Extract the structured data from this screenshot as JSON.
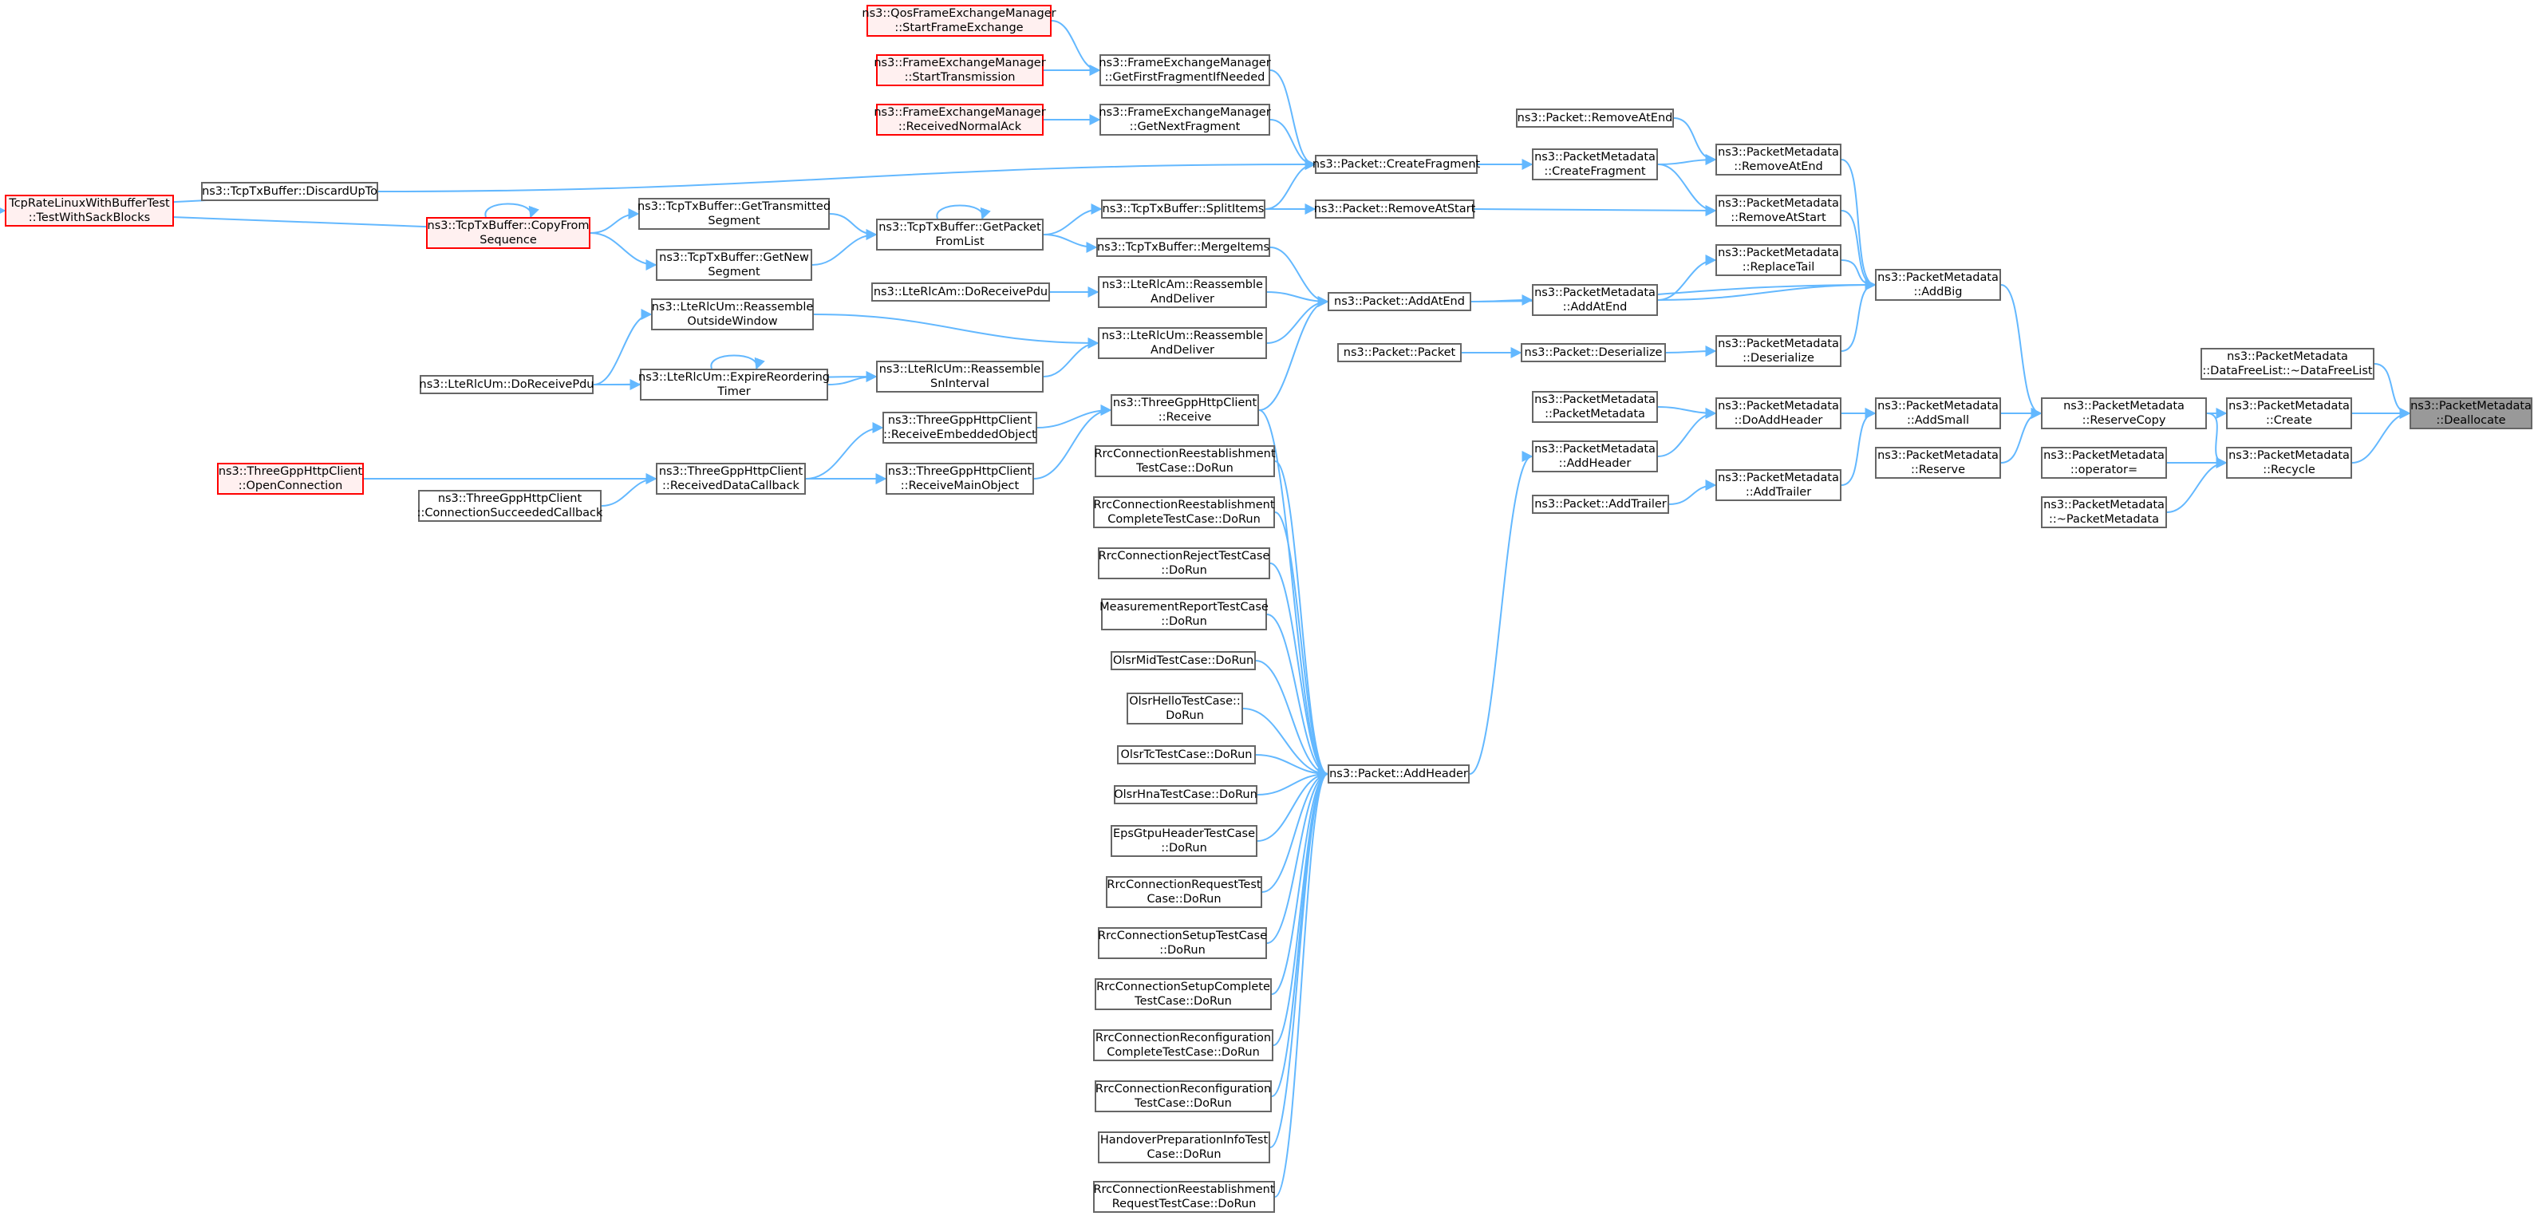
{
  "title": "",
  "colors": {
    "edge": "#63B8FF",
    "node_border": "#666666",
    "node_fill": "#FFFFFF",
    "truncated_border": "#FF0000",
    "truncated_fill": "#FFF0F0",
    "root_fill": "#999999"
  },
  "nodes": [
    {
      "id": "dealloc",
      "lines": [
        "ns3::PacketMetadata",
        "::Deallocate"
      ],
      "style": "root"
    },
    {
      "id": "dfl",
      "lines": [
        "ns3::PacketMetadata",
        "::DataFreeList::~DataFreeList"
      ],
      "style": "normal"
    },
    {
      "id": "create",
      "lines": [
        "ns3::PacketMetadata",
        "::Create"
      ],
      "style": "normal"
    },
    {
      "id": "recycle",
      "lines": [
        "ns3::PacketMetadata",
        "::Recycle"
      ],
      "style": "normal"
    },
    {
      "id": "resCopy",
      "lines": [
        "ns3::PacketMetadata",
        "::ReserveCopy"
      ],
      "style": "normal"
    },
    {
      "id": "opAssign",
      "lines": [
        "ns3::PacketMetadata",
        "::operator="
      ],
      "style": "normal"
    },
    {
      "id": "dtor",
      "lines": [
        "ns3::PacketMetadata",
        "::~PacketMetadata"
      ],
      "style": "normal"
    },
    {
      "id": "addBig",
      "lines": [
        "ns3::PacketMetadata",
        "::AddBig"
      ],
      "style": "normal"
    },
    {
      "id": "addSmall",
      "lines": [
        "ns3::PacketMetadata",
        "::AddSmall"
      ],
      "style": "normal"
    },
    {
      "id": "reserve",
      "lines": [
        "ns3::PacketMetadata",
        "::Reserve"
      ],
      "style": "normal"
    },
    {
      "id": "remAtEnd",
      "lines": [
        "ns3::PacketMetadata",
        "::RemoveAtEnd"
      ],
      "style": "normal"
    },
    {
      "id": "remAtStart",
      "lines": [
        "ns3::PacketMetadata",
        "::RemoveAtStart"
      ],
      "style": "normal"
    },
    {
      "id": "replTail",
      "lines": [
        "ns3::PacketMetadata",
        "::ReplaceTail"
      ],
      "style": "normal"
    },
    {
      "id": "pmAddAtEnd",
      "lines": [
        "ns3::PacketMetadata",
        "::AddAtEnd"
      ],
      "style": "normal"
    },
    {
      "id": "pmDeser",
      "lines": [
        "ns3::PacketMetadata",
        "::Deserialize"
      ],
      "style": "normal"
    },
    {
      "id": "doAddHdr",
      "lines": [
        "ns3::PacketMetadata",
        "::DoAddHeader"
      ],
      "style": "normal"
    },
    {
      "id": "pmAddTrailer",
      "lines": [
        "ns3::PacketMetadata",
        "::AddTrailer"
      ],
      "style": "normal"
    },
    {
      "id": "pmCreateFrag",
      "lines": [
        "ns3::PacketMetadata",
        "::CreateFragment"
      ],
      "style": "normal"
    },
    {
      "id": "pktRemAtEnd",
      "lines": [
        "ns3::Packet::RemoveAtEnd"
      ],
      "style": "normal"
    },
    {
      "id": "pktRemAtStart",
      "lines": [
        "ns3::Packet::RemoveAtStart"
      ],
      "style": "normal"
    },
    {
      "id": "pktDeser",
      "lines": [
        "ns3::Packet::Deserialize"
      ],
      "style": "normal"
    },
    {
      "id": "pmCtor",
      "lines": [
        "ns3::PacketMetadata",
        "::PacketMetadata"
      ],
      "style": "normal"
    },
    {
      "id": "pmAddHdr",
      "lines": [
        "ns3::PacketMetadata",
        "::AddHeader"
      ],
      "style": "normal"
    },
    {
      "id": "pktAddTrailer",
      "lines": [
        "ns3::Packet::AddTrailer"
      ],
      "style": "normal"
    },
    {
      "id": "pktCreateFrag",
      "lines": [
        "ns3::Packet::CreateFragment"
      ],
      "style": "normal"
    },
    {
      "id": "pktAddAtEnd",
      "lines": [
        "ns3::Packet::AddAtEnd"
      ],
      "style": "normal"
    },
    {
      "id": "pktPacket",
      "lines": [
        "ns3::Packet::Packet"
      ],
      "style": "normal"
    },
    {
      "id": "pktAddHeader",
      "lines": [
        "ns3::Packet::AddHeader"
      ],
      "style": "normal"
    },
    {
      "id": "qosStart",
      "lines": [
        "ns3::QosFrameExchangeManager",
        "::StartFrameExchange"
      ],
      "style": "truncated"
    },
    {
      "id": "femStartTx",
      "lines": [
        "ns3::FrameExchangeManager",
        "::StartTransmission"
      ],
      "style": "truncated"
    },
    {
      "id": "femRecvAck",
      "lines": [
        "ns3::FrameExchangeManager",
        "::ReceivedNormalAck"
      ],
      "style": "truncated"
    },
    {
      "id": "femFirstFrag",
      "lines": [
        "ns3::FrameExchangeManager",
        "::GetFirstFragmentIfNeeded"
      ],
      "style": "normal"
    },
    {
      "id": "femNextFrag",
      "lines": [
        "ns3::FrameExchangeManager",
        "::GetNextFragment"
      ],
      "style": "normal"
    },
    {
      "id": "splitItems",
      "lines": [
        "ns3::TcpTxBuffer::SplitItems"
      ],
      "style": "normal"
    },
    {
      "id": "mergeItems",
      "lines": [
        "ns3::TcpTxBuffer::MergeItems"
      ],
      "style": "normal"
    },
    {
      "id": "amReasm",
      "lines": [
        "ns3::LteRlcAm::Reassemble",
        "AndDeliver"
      ],
      "style": "normal"
    },
    {
      "id": "umReasm",
      "lines": [
        "ns3::LteRlcUm::Reassemble",
        "AndDeliver"
      ],
      "style": "normal"
    },
    {
      "id": "thgReceive",
      "lines": [
        "ns3::ThreeGppHttpClient",
        "::Receive"
      ],
      "style": "normal"
    },
    {
      "id": "getPktFromList",
      "lines": [
        "ns3::TcpTxBuffer::GetPacket",
        "FromList"
      ],
      "style": "normal"
    },
    {
      "id": "amDoRecv",
      "lines": [
        "ns3::LteRlcAm::DoReceivePdu"
      ],
      "style": "normal"
    },
    {
      "id": "umSnInterval",
      "lines": [
        "ns3::LteRlcUm::Reassemble",
        "SnInterval"
      ],
      "style": "normal"
    },
    {
      "id": "thgEmbedded",
      "lines": [
        "ns3::ThreeGppHttpClient",
        "::ReceiveEmbeddedObject"
      ],
      "style": "normal"
    },
    {
      "id": "thgMain",
      "lines": [
        "ns3::ThreeGppHttpClient",
        "::ReceiveMainObject"
      ],
      "style": "normal"
    },
    {
      "id": "getTransSeg",
      "lines": [
        "ns3::TcpTxBuffer::GetTransmitted",
        "Segment"
      ],
      "style": "normal"
    },
    {
      "id": "getNewSeg",
      "lines": [
        "ns3::TcpTxBuffer::GetNew",
        "Segment"
      ],
      "style": "normal"
    },
    {
      "id": "umOutside",
      "lines": [
        "ns3::LteRlcUm::Reassemble",
        "OutsideWindow"
      ],
      "style": "normal"
    },
    {
      "id": "umExpire",
      "lines": [
        "ns3::LteRlcUm::ExpireReordering",
        "Timer"
      ],
      "style": "normal"
    },
    {
      "id": "thgRecvData",
      "lines": [
        "ns3::ThreeGppHttpClient",
        "::ReceivedDataCallback"
      ],
      "style": "normal"
    },
    {
      "id": "discardUpTo",
      "lines": [
        "ns3::TcpTxBuffer::DiscardUpTo"
      ],
      "style": "normal"
    },
    {
      "id": "copyFromSeq",
      "lines": [
        "ns3::TcpTxBuffer::CopyFrom",
        "Sequence"
      ],
      "style": "truncated"
    },
    {
      "id": "umDoRecv",
      "lines": [
        "ns3::LteRlcUm::DoReceivePdu"
      ],
      "style": "normal"
    },
    {
      "id": "thgConnSucc",
      "lines": [
        "ns3::ThreeGppHttpClient",
        "::ConnectionSucceededCallback"
      ],
      "style": "normal"
    },
    {
      "id": "tcpRate",
      "lines": [
        "TcpRateLinuxWithBufferTest",
        "::TestWithSackBlocks"
      ],
      "style": "truncated"
    },
    {
      "id": "thgOpenConn",
      "lines": [
        "ns3::ThreeGppHttpClient",
        "::OpenConnection"
      ],
      "style": "truncated"
    },
    {
      "id": "t1",
      "lines": [
        "RrcConnectionReestablishment",
        "TestCase::DoRun"
      ],
      "style": "normal"
    },
    {
      "id": "t2",
      "lines": [
        "RrcConnectionReestablishment",
        "CompleteTestCase::DoRun"
      ],
      "style": "normal"
    },
    {
      "id": "t3",
      "lines": [
        "RrcConnectionRejectTestCase",
        "::DoRun"
      ],
      "style": "normal"
    },
    {
      "id": "t4",
      "lines": [
        "MeasurementReportTestCase",
        "::DoRun"
      ],
      "style": "normal"
    },
    {
      "id": "t5",
      "lines": [
        "OlsrMidTestCase::DoRun"
      ],
      "style": "normal"
    },
    {
      "id": "t6",
      "lines": [
        "OlsrHelloTestCase::",
        "DoRun"
      ],
      "style": "normal"
    },
    {
      "id": "t7",
      "lines": [
        "OlsrTcTestCase::DoRun"
      ],
      "style": "normal"
    },
    {
      "id": "t8",
      "lines": [
        "OlsrHnaTestCase::DoRun"
      ],
      "style": "normal"
    },
    {
      "id": "t9",
      "lines": [
        "EpsGtpuHeaderTestCase",
        "::DoRun"
      ],
      "style": "normal"
    },
    {
      "id": "t10",
      "lines": [
        "RrcConnectionRequestTest",
        "Case::DoRun"
      ],
      "style": "normal"
    },
    {
      "id": "t11",
      "lines": [
        "RrcConnectionSetupTestCase",
        "::DoRun"
      ],
      "style": "normal"
    },
    {
      "id": "t12",
      "lines": [
        "RrcConnectionSetupComplete",
        "TestCase::DoRun"
      ],
      "style": "normal"
    },
    {
      "id": "t13",
      "lines": [
        "RrcConnectionReconfiguration",
        "CompleteTestCase::DoRun"
      ],
      "style": "normal"
    },
    {
      "id": "t14",
      "lines": [
        "RrcConnectionReconfiguration",
        "TestCase::DoRun"
      ],
      "style": "normal"
    },
    {
      "id": "t15",
      "lines": [
        "HandoverPreparationInfoTest",
        "Case::DoRun"
      ],
      "style": "normal"
    },
    {
      "id": "t16",
      "lines": [
        "RrcConnectionReestablishment",
        "RequestTestCase::DoRun"
      ],
      "style": "normal"
    }
  ],
  "edges": [
    [
      "dfl",
      "dealloc"
    ],
    [
      "create",
      "dealloc"
    ],
    [
      "recycle",
      "dealloc"
    ],
    [
      "resCopy",
      "create"
    ],
    [
      "opAssign",
      "recycle"
    ],
    [
      "dtor",
      "recycle"
    ],
    [
      "resCopy",
      "recycle"
    ],
    [
      "addBig",
      "resCopy"
    ],
    [
      "addSmall",
      "resCopy"
    ],
    [
      "reserve",
      "resCopy"
    ],
    [
      "remAtEnd",
      "addBig"
    ],
    [
      "remAtStart",
      "addBig"
    ],
    [
      "replTail",
      "addBig"
    ],
    [
      "pmAddAtEnd",
      "addBig"
    ],
    [
      "pmDeser",
      "addBig"
    ],
    [
      "pktAddAtEnd",
      "addBig"
    ],
    [
      "doAddHdr",
      "addSmall"
    ],
    [
      "pmAddTrailer",
      "addSmall"
    ],
    [
      "pktRemAtEnd",
      "remAtEnd"
    ],
    [
      "pmCreateFrag",
      "remAtEnd"
    ],
    [
      "pmCreateFrag",
      "remAtStart"
    ],
    [
      "pktRemAtStart",
      "remAtStart"
    ],
    [
      "pmAddAtEnd",
      "replTail"
    ],
    [
      "pktDeser",
      "pmDeser"
    ],
    [
      "pmCtor",
      "doAddHdr"
    ],
    [
      "pmAddHdr",
      "doAddHdr"
    ],
    [
      "pktAddTrailer",
      "pmAddTrailer"
    ],
    [
      "pktCreateFrag",
      "pmCreateFrag"
    ],
    [
      "pktAddAtEnd",
      "pmAddAtEnd"
    ],
    [
      "pktPacket",
      "pktDeser"
    ],
    [
      "pktAddHeader",
      "pmAddHdr"
    ],
    [
      "femFirstFrag",
      "pktCreateFrag"
    ],
    [
      "femNextFrag",
      "pktCreateFrag"
    ],
    [
      "splitItems",
      "pktCreateFrag"
    ],
    [
      "discardUpTo",
      "pktCreateFrag"
    ],
    [
      "splitItems",
      "pktRemAtStart"
    ],
    [
      "mergeItems",
      "pktAddAtEnd"
    ],
    [
      "amReasm",
      "pktAddAtEnd"
    ],
    [
      "umReasm",
      "pktAddAtEnd"
    ],
    [
      "thgReceive",
      "pktAddAtEnd"
    ],
    [
      "qosStart",
      "femFirstFrag"
    ],
    [
      "femStartTx",
      "femFirstFrag"
    ],
    [
      "femRecvAck",
      "femNextFrag"
    ],
    [
      "getPktFromList",
      "splitItems"
    ],
    [
      "getPktFromList",
      "mergeItems"
    ],
    [
      "getPktFromList",
      "getPktFromList"
    ],
    [
      "amDoRecv",
      "amReasm"
    ],
    [
      "umOutside",
      "umReasm"
    ],
    [
      "umSnInterval",
      "umReasm"
    ],
    [
      "thgEmbedded",
      "thgReceive"
    ],
    [
      "thgMain",
      "thgReceive"
    ],
    [
      "getTransSeg",
      "getPktFromList"
    ],
    [
      "getNewSeg",
      "getPktFromList"
    ],
    [
      "copyFromSeq",
      "getTransSeg"
    ],
    [
      "copyFromSeq",
      "getNewSeg"
    ],
    [
      "copyFromSeq",
      "copyFromSeq"
    ],
    [
      "discardUpTo",
      "tcpRate"
    ],
    [
      "copyFromSeq",
      "tcpRate"
    ],
    [
      "umDoRecv",
      "umOutside"
    ],
    [
      "umDoRecv",
      "umExpire"
    ],
    [
      "umExpire",
      "umExpire"
    ],
    [
      "umExpire",
      "umSnInterval"
    ],
    [
      "umDoRecv",
      "umSnInterval"
    ],
    [
      "thgRecvData",
      "thgEmbedded"
    ],
    [
      "thgRecvData",
      "thgMain"
    ],
    [
      "thgOpenConn",
      "thgRecvData"
    ],
    [
      "thgConnSucc",
      "thgRecvData"
    ],
    [
      "t1",
      "pktAddHeader"
    ],
    [
      "t2",
      "pktAddHeader"
    ],
    [
      "t3",
      "pktAddHeader"
    ],
    [
      "t4",
      "pktAddHeader"
    ],
    [
      "t5",
      "pktAddHeader"
    ],
    [
      "t6",
      "pktAddHeader"
    ],
    [
      "t7",
      "pktAddHeader"
    ],
    [
      "t8",
      "pktAddHeader"
    ],
    [
      "t9",
      "pktAddHeader"
    ],
    [
      "t10",
      "pktAddHeader"
    ],
    [
      "t11",
      "pktAddHeader"
    ],
    [
      "t12",
      "pktAddHeader"
    ],
    [
      "t13",
      "pktAddHeader"
    ],
    [
      "t14",
      "pktAddHeader"
    ],
    [
      "t15",
      "pktAddHeader"
    ],
    [
      "t16",
      "pktAddHeader"
    ],
    [
      "thgReceive",
      "pktAddHeader"
    ]
  ]
}
